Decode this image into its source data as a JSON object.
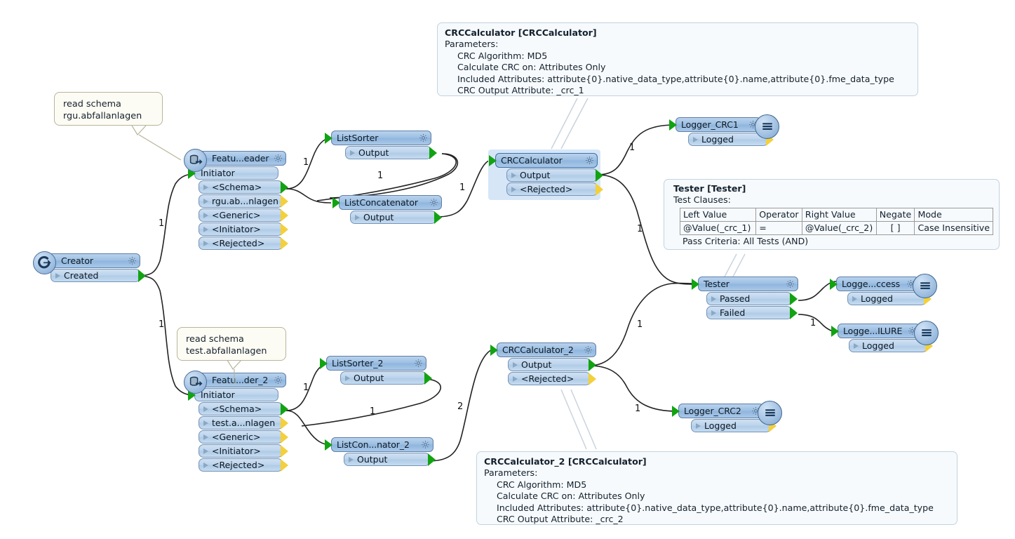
{
  "diagram": {
    "title": "FME Workbench CRC comparison workspace",
    "colors": {
      "node_header": "#9dc0e3",
      "node_port": "#bcd4ec",
      "port_green": "#12a312",
      "port_yellow": "#f3d03c",
      "annotation_bg": "#f6fafd",
      "sticky_bg": "#fdfcf4",
      "selection": "#d6e6f7",
      "wire": "#222222"
    }
  },
  "nodes": [
    {
      "id": "creator",
      "name": "Creator",
      "icon": "creator-icon",
      "gear": "gear-icon",
      "ports": [
        {
          "label": "Created",
          "arrow": "green"
        }
      ]
    },
    {
      "id": "featurereader-1",
      "name": "Featu...eader",
      "icon": "featurereader-icon",
      "gear": "gear-icon",
      "input_port": "Initiator",
      "ports": [
        {
          "label": "<Schema>",
          "arrow": "green"
        },
        {
          "label": "rgu.ab...nlagen",
          "arrow": "yellow"
        },
        {
          "label": "<Generic>",
          "arrow": "yellow"
        },
        {
          "label": "<Initiator>",
          "arrow": "yellow"
        },
        {
          "label": "<Rejected>",
          "arrow": "yellow"
        }
      ]
    },
    {
      "id": "featurereader-2",
      "name": "Featu...der_2",
      "icon": "featurereader-icon",
      "gear": "gear-icon",
      "input_port": "Initiator",
      "ports": [
        {
          "label": "<Schema>",
          "arrow": "green"
        },
        {
          "label": "test.a...nlagen",
          "arrow": "yellow"
        },
        {
          "label": "<Generic>",
          "arrow": "yellow"
        },
        {
          "label": "<Initiator>",
          "arrow": "yellow"
        },
        {
          "label": "<Rejected>",
          "arrow": "yellow"
        }
      ]
    },
    {
      "id": "listsorter-1",
      "name": "ListSorter",
      "gear": "gear-icon",
      "ports": [
        {
          "label": "Output",
          "arrow": "green"
        }
      ]
    },
    {
      "id": "listconcatenator-1",
      "name": "ListConcatenator",
      "gear": "gear-icon",
      "ports": [
        {
          "label": "Output",
          "arrow": "green"
        }
      ]
    },
    {
      "id": "listsorter-2",
      "name": "ListSorter_2",
      "gear": "gear-icon",
      "ports": [
        {
          "label": "Output",
          "arrow": "green"
        }
      ]
    },
    {
      "id": "listconcatenator-2",
      "name": "ListCon...nator_2",
      "gear": "gear-icon",
      "ports": [
        {
          "label": "Output",
          "arrow": "green"
        }
      ]
    },
    {
      "id": "crccalculator-1",
      "name": "CRCCalculator",
      "gear": "gear-icon",
      "selected": true,
      "ports": [
        {
          "label": "Output",
          "arrow": "green"
        },
        {
          "label": "<Rejected>",
          "arrow": "yellow"
        }
      ]
    },
    {
      "id": "crccalculator-2",
      "name": "CRCCalculator_2",
      "gear": "gear-icon",
      "ports": [
        {
          "label": "Output",
          "arrow": "green"
        },
        {
          "label": "<Rejected>",
          "arrow": "yellow"
        }
      ]
    },
    {
      "id": "tester",
      "name": "Tester",
      "gear": "gear-icon",
      "ports": [
        {
          "label": "Passed",
          "arrow": "green"
        },
        {
          "label": "Failed",
          "arrow": "green"
        }
      ]
    },
    {
      "id": "logger-crc1",
      "name": "Logger_CRC1",
      "gear": "gear-icon",
      "badge": "logger-icon",
      "ports": [
        {
          "label": "Logged",
          "arrow": "yellow"
        }
      ]
    },
    {
      "id": "logger-crc2",
      "name": "Logger_CRC2",
      "gear": "gear-icon",
      "badge": "logger-icon",
      "ports": [
        {
          "label": "Logged",
          "arrow": "yellow"
        }
      ]
    },
    {
      "id": "logger-success",
      "name": "Logge...ccess",
      "gear": "gear-icon",
      "badge": "logger-icon",
      "ports": [
        {
          "label": "Logged",
          "arrow": "yellow"
        }
      ]
    },
    {
      "id": "logger-failure",
      "name": "Logge...ILURE",
      "gear": "gear-icon",
      "badge": "logger-icon",
      "ports": [
        {
          "label": "Logged",
          "arrow": "yellow"
        }
      ]
    }
  ],
  "annotations": {
    "crc1": {
      "title": "CRCCalculator [CRCCalculator]",
      "subtitle": "Parameters:",
      "lines": [
        "CRC Algorithm: MD5",
        "Calculate CRC on: Attributes Only",
        "Included Attributes: attribute{0}.native_data_type,attribute{0}.name,attribute{0}.fme_data_type",
        "CRC Output Attribute: _crc_1"
      ]
    },
    "crc2": {
      "title": "CRCCalculator_2 [CRCCalculator]",
      "subtitle": "Parameters:",
      "lines": [
        "CRC Algorithm: MD5",
        "Calculate CRC on: Attributes Only",
        "Included Attributes: attribute{0}.native_data_type,attribute{0}.name,attribute{0}.fme_data_type",
        "CRC Output Attribute: _crc_2"
      ]
    },
    "tester": {
      "title": "Tester [Tester]",
      "subtitle": "Test Clauses:",
      "headers": [
        "Left Value",
        "Operator",
        "Right Value",
        "Negate",
        "Mode"
      ],
      "rows": [
        [
          "@Value(_crc_1)",
          "=",
          "@Value(_crc_2)",
          "[ ]",
          "Case Insensitive"
        ]
      ],
      "footer": "Pass Criteria: All Tests (AND)"
    }
  },
  "sticky_notes": [
    {
      "id": "note-rgu",
      "text": "read schema\nrgu.abfallanlagen"
    },
    {
      "id": "note-test",
      "text": "read schema\ntest.abfallanlagen"
    }
  ],
  "edge_labels": [
    {
      "id": "e1",
      "value": "1"
    },
    {
      "id": "e2",
      "value": "1"
    },
    {
      "id": "e3",
      "value": "1"
    },
    {
      "id": "e4",
      "value": "1"
    },
    {
      "id": "e5",
      "value": "1"
    },
    {
      "id": "e6",
      "value": "1"
    },
    {
      "id": "e7",
      "value": "1"
    },
    {
      "id": "e8",
      "value": "1"
    },
    {
      "id": "e9",
      "value": "1"
    },
    {
      "id": "e10",
      "value": "2"
    },
    {
      "id": "e11",
      "value": "1"
    },
    {
      "id": "e12",
      "value": "1"
    },
    {
      "id": "e13",
      "value": "1"
    },
    {
      "id": "e14",
      "value": "1"
    }
  ]
}
